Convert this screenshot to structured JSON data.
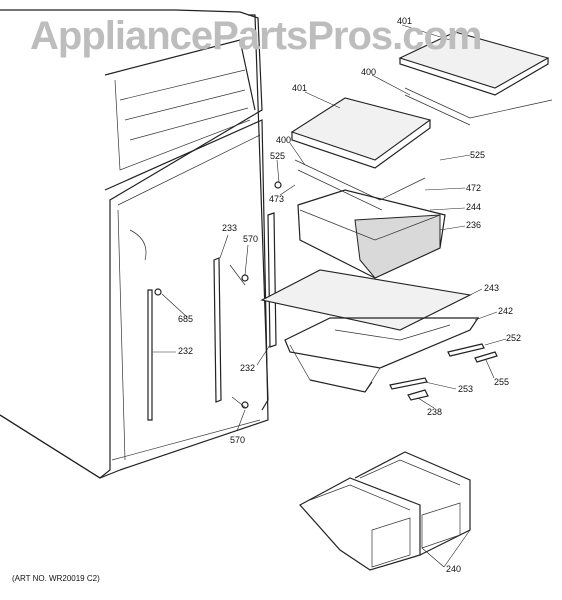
{
  "watermark": "AppliancePartsPros.com",
  "art_number": "(ART NO. WR20019 C2)",
  "callouts": [
    {
      "id": "c401a",
      "text": "401"
    },
    {
      "id": "c400a",
      "text": "400"
    },
    {
      "id": "c401b",
      "text": "401"
    },
    {
      "id": "c400b",
      "text": "400"
    },
    {
      "id": "c525a",
      "text": "525"
    },
    {
      "id": "c525b",
      "text": "525"
    },
    {
      "id": "c472",
      "text": "472"
    },
    {
      "id": "c473",
      "text": "473"
    },
    {
      "id": "c244",
      "text": "244"
    },
    {
      "id": "c236",
      "text": "236"
    },
    {
      "id": "c233",
      "text": "233"
    },
    {
      "id": "c570a",
      "text": "570"
    },
    {
      "id": "c243",
      "text": "243"
    },
    {
      "id": "c685",
      "text": "685"
    },
    {
      "id": "c242",
      "text": "242"
    },
    {
      "id": "c252",
      "text": "252"
    },
    {
      "id": "c232a",
      "text": "232"
    },
    {
      "id": "c232b",
      "text": "232"
    },
    {
      "id": "c255",
      "text": "255"
    },
    {
      "id": "c253",
      "text": "253"
    },
    {
      "id": "c238",
      "text": "238"
    },
    {
      "id": "c570b",
      "text": "570"
    },
    {
      "id": "c240",
      "text": "240"
    }
  ]
}
